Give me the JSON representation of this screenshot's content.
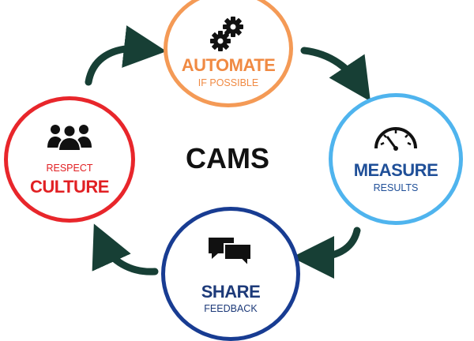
{
  "center": {
    "title": "CAMS"
  },
  "nodes": {
    "automate": {
      "title": "AUTOMATE",
      "subtitle": "IF POSSIBLE",
      "icon": "gears-icon",
      "color": "#f49a56"
    },
    "measure": {
      "title": "MEASURE",
      "subtitle": "RESULTS",
      "icon": "gauge-icon",
      "color": "#4fb4ee"
    },
    "share": {
      "title": "SHARE",
      "subtitle": "FEEDBACK",
      "icon": "chat-bubbles-icon",
      "color": "#183c92"
    },
    "culture": {
      "title": "CULTURE",
      "subtitle": "RESPECT",
      "icon": "people-icon",
      "color": "#e8262b"
    }
  },
  "arrow_color": "#173f35"
}
